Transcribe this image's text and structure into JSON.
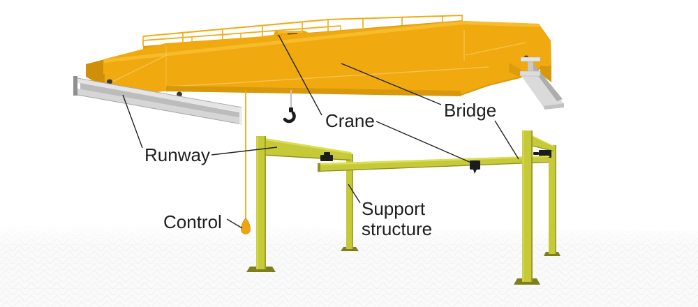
{
  "diagram": {
    "type": "labeled-3d-illustration",
    "subject": "Overhead bridge crane on runways above a freestanding workstation crane support structure",
    "labels": {
      "crane": "Crane",
      "bridge": "Bridge",
      "runway": "Runway",
      "control": "Control",
      "support_line1": "Support",
      "support_line2": "structure"
    },
    "colors": {
      "crane_body": "#F0A90F",
      "crane_body_light": "#F6BC2C",
      "crane_body_dark": "#D8980C",
      "crane_body_deeper": "#C5860A",
      "support_structure": "#C6C938",
      "support_structure_light": "#DCDE55",
      "support_structure_dark": "#8F9120",
      "support_base_plate": "#7D7F1E",
      "runway_steel": "#C9C9C9",
      "hardware_black": "#1C1C1C",
      "label_text": "#1E1E1E",
      "floor": "#FAFAFA",
      "background": "#FFFFFF"
    }
  }
}
